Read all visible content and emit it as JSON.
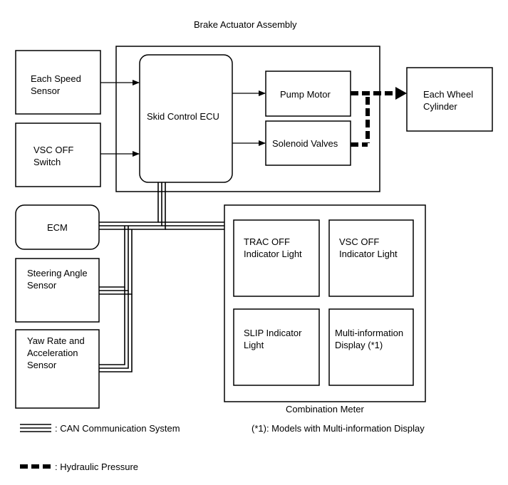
{
  "title": "Brake Actuator Assembly",
  "boxes": {
    "speed_sensor": "Each Speed\nSensor",
    "vsc_off_switch": "VSC OFF\nSwitch",
    "skid_ecu": "Skid Control ECU",
    "pump_motor": "Pump Motor",
    "solenoid_valves": "Solenoid Valves",
    "wheel_cylinder": "Each Wheel\nCylinder",
    "ecm": "ECM",
    "steering_sensor": "Steering Angle\nSensor",
    "yaw_sensor": "Yaw Rate and\nAcceleration\nSensor",
    "trac_off": "TRAC OFF\nIndicator Light",
    "vsc_off_light": "VSC OFF\nIndicator Light",
    "slip_light": "SLIP Indicator\nLight",
    "mid": "Multi-information\nDisplay (*1)",
    "combination_meter": "Combination Meter"
  },
  "legend": {
    "can": ": CAN Communication System",
    "hydraulic": ": Hydraulic Pressure",
    "note": "(*1): Models with Multi-information Display"
  }
}
